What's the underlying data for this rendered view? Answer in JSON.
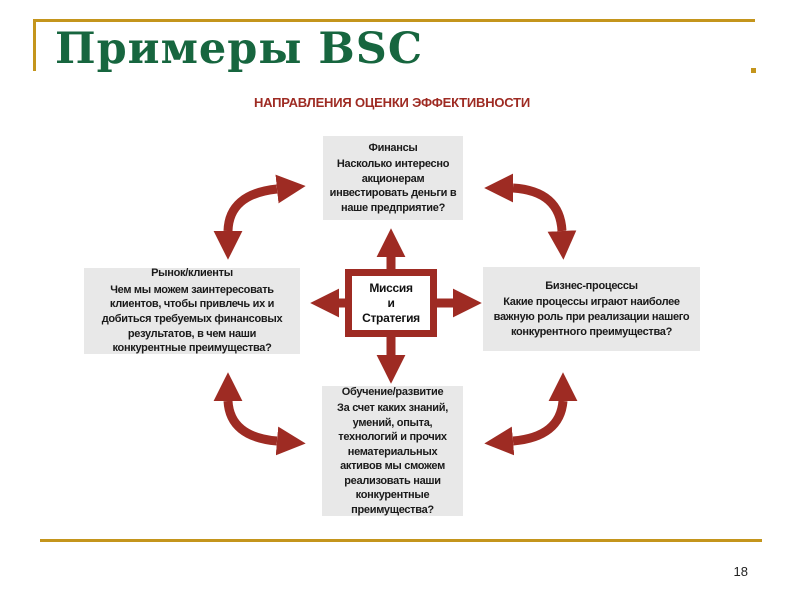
{
  "slide": {
    "title": "Примеры BSC",
    "page_number": "18"
  },
  "diagram": {
    "heading": "НАПРАВЛЕНИЯ ОЦЕНКИ ЭФФЕКТИВНОСТИ",
    "center_box": "Миссия\nи\nСтратегия",
    "boxes": {
      "finance": {
        "title": "Финансы",
        "body": "Насколько интересно акционерам инвестировать деньги в наше предприятие?"
      },
      "market": {
        "title": "Рынок/клиенты",
        "body": "Чем мы можем заинтересовать клиентов, чтобы привлечь их и добиться требуемых финансовых результатов, в чем наши конкурентные преимущества?"
      },
      "process": {
        "title": "Бизнес-процессы",
        "body": "Какие процессы играют наиболее важную роль при реализации нашего конкурентного преимущества?"
      },
      "learning": {
        "title": "Обучение/развитие",
        "body": "За счет каких знаний, умений, опыта, технологий и прочих нематериальных активов мы сможем реализовать наши конкурентные преимущества?"
      }
    }
  },
  "colors": {
    "title_green": "#17663F",
    "accent_gold": "#C4951C",
    "diagram_red": "#9E2B23",
    "box_gray": "#E8E8E8"
  }
}
